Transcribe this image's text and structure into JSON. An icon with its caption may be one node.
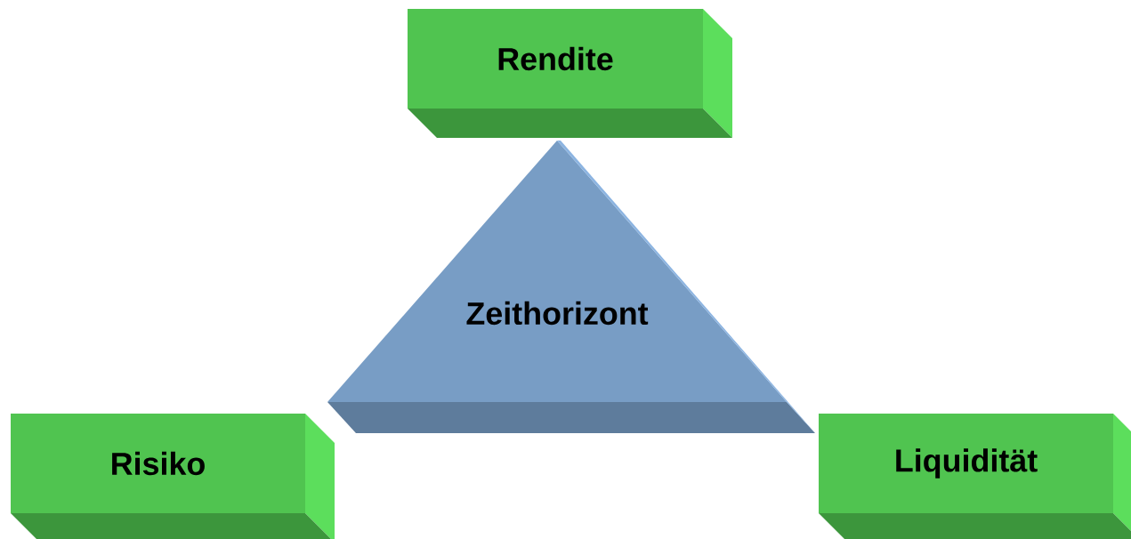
{
  "diagram": {
    "nodes": [
      {
        "text": [
          "Rendite"
        ]
      },
      {
        "text": [
          "Zeithorizont"
        ]
      },
      {
        "text": [
          "Risiko"
        ]
      },
      {
        "text": [
          "Liquidität"
        ]
      }
    ]
  }
}
